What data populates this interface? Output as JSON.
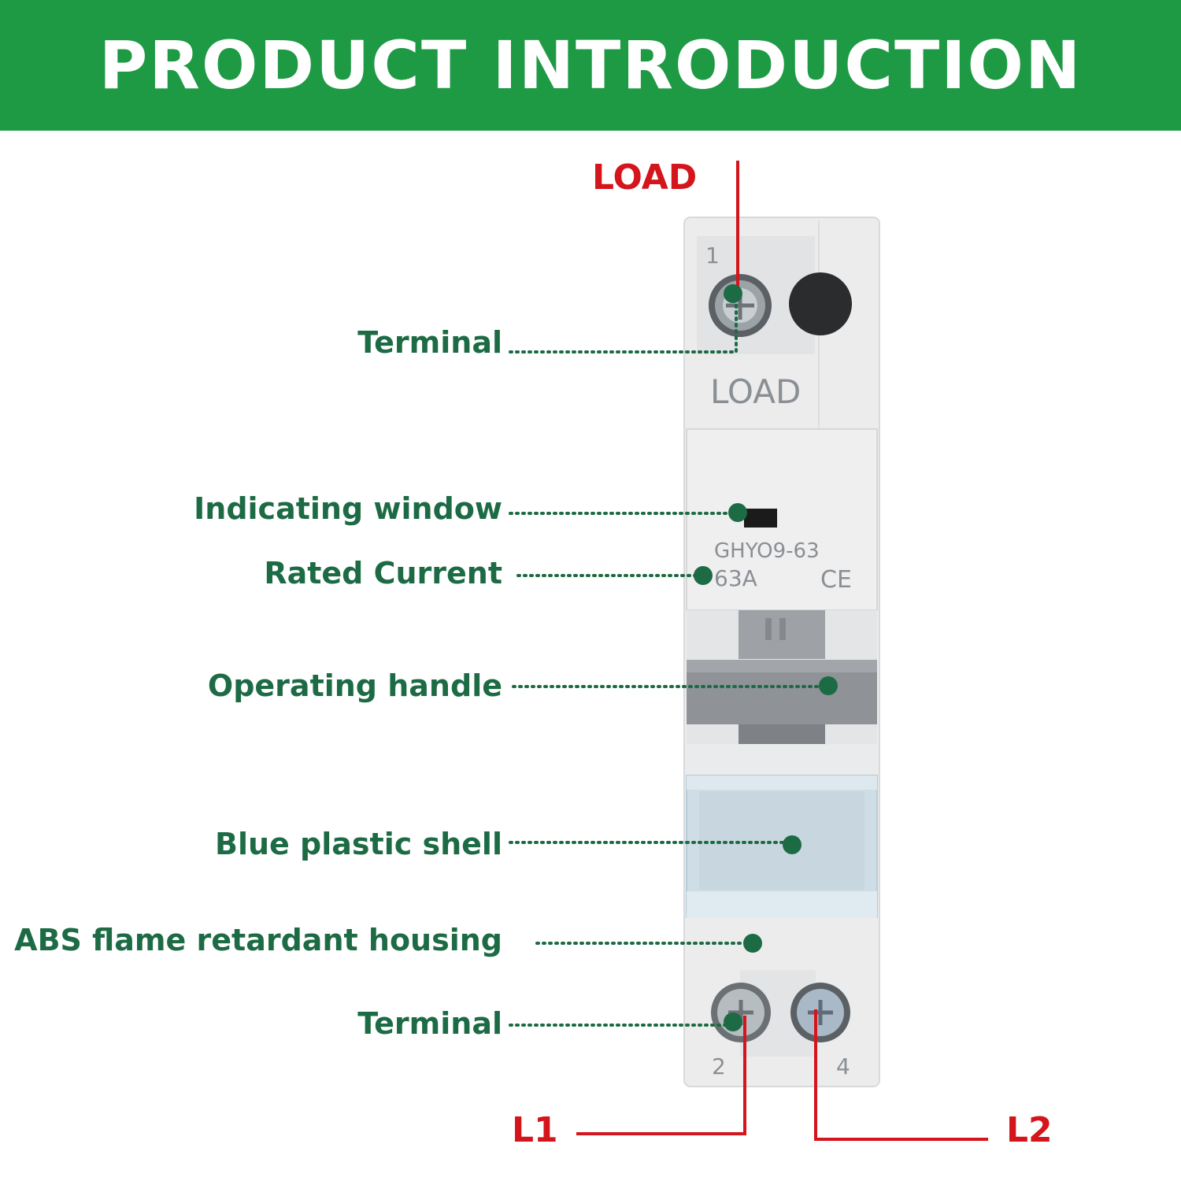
{
  "banner": {
    "title": "PRODUCT INTRODUCTION",
    "color": "#1e9a45"
  },
  "wires": {
    "load": "LOAD",
    "l1": "L1",
    "l2": "L2",
    "color": "#d4151c"
  },
  "device_print": {
    "terminal_top_number": "1",
    "load_text": "LOAD",
    "model": "GHYO9-63",
    "rating": "63A",
    "mark": "CE",
    "terminal_bottom_left_number": "2",
    "terminal_bottom_right_number": "4"
  },
  "callouts": {
    "terminal_top": "Terminal",
    "indicating_window": "Indicating window",
    "rated_current": "Rated Current",
    "operating_handle": "Operating handle",
    "blue_plastic_shell": "Blue plastic shell",
    "abs_housing": "ABS flame retardant housing",
    "terminal_bottom": "Terminal",
    "color": "#1d6b45"
  }
}
